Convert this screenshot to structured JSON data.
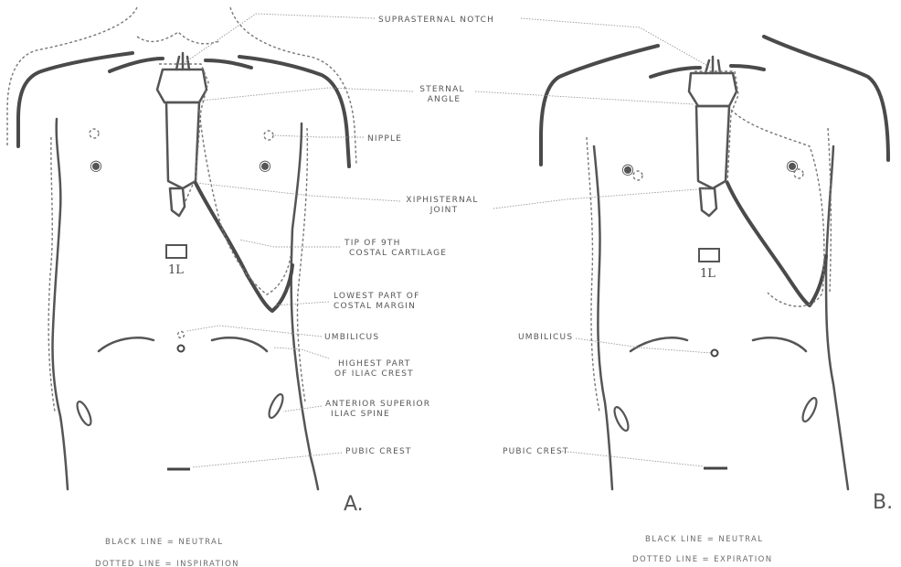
{
  "labels": {
    "suprasternal_notch": "SUPRASTERNAL NOTCH",
    "sternal_angle": "STERNAL\nANGLE",
    "nipple": "NIPPLE",
    "xiphisternal_joint": "XIPHISTERNAL\nJOINT",
    "tip_9th_cartilage": "TIP OF 9TH\nCOSTAL CARTILAGE",
    "lowest_costal_margin": "LOWEST PART OF\nCOSTAL MARGIN",
    "umbilicus": "UMBILICUS",
    "highest_iliac_crest": "HIGHEST PART\nOF ILIAC CREST",
    "asis": "ANTERIOR SUPERIOR\nILIAC SPINE",
    "pubic_crest": "PUBIC CREST",
    "umbilicus_b": "UMBILICUS",
    "pubic_crest_b": "PUBIC CREST"
  },
  "vertebra_label": "1L",
  "figure_a": {
    "letter": "A.",
    "legend_solid": "BLACK LINE = NEUTRAL",
    "legend_dotted": "DOTTED LINE = INSPIRATION"
  },
  "figure_b": {
    "letter": "B.",
    "legend_solid": "BLACK LINE = NEUTRAL",
    "legend_dotted": "DOTTED LINE = EXPIRATION"
  }
}
